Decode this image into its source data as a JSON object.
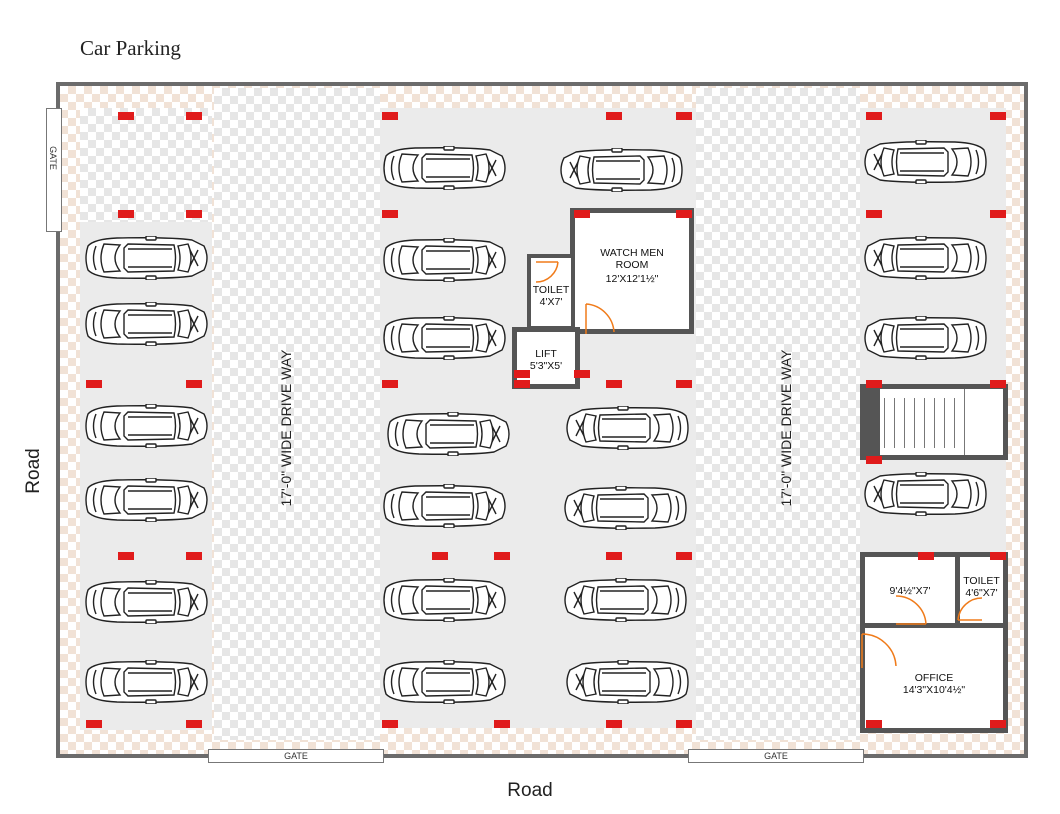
{
  "title": "Car Parking",
  "road_bottom": "Road",
  "road_left": "Road",
  "gate_label": "GATE",
  "drive_way_left": "17'-0\" WIDE DRIVE WAY",
  "drive_way_right": "17'-0\" WIDE DRIVE WAY",
  "rooms": {
    "watchmen": {
      "name": "WATCH MEN\nROOM",
      "size": "12'X12'1½\""
    },
    "toilet_center": {
      "name": "TOILET",
      "size": "4'X7'"
    },
    "lift": {
      "name": "LIFT",
      "size": "5'3\"X5'"
    },
    "small_room": {
      "size": "9'4½\"X7'"
    },
    "toilet_right": {
      "name": "TOILET",
      "size": "4'6\"X7'"
    },
    "office": {
      "name": "OFFICE",
      "size": "14'3\"X10'4½\""
    }
  },
  "colors": {
    "wall": "#555555",
    "marker": "#e01b1b",
    "floor": "#ebebeb",
    "door": "#f07b1a"
  }
}
